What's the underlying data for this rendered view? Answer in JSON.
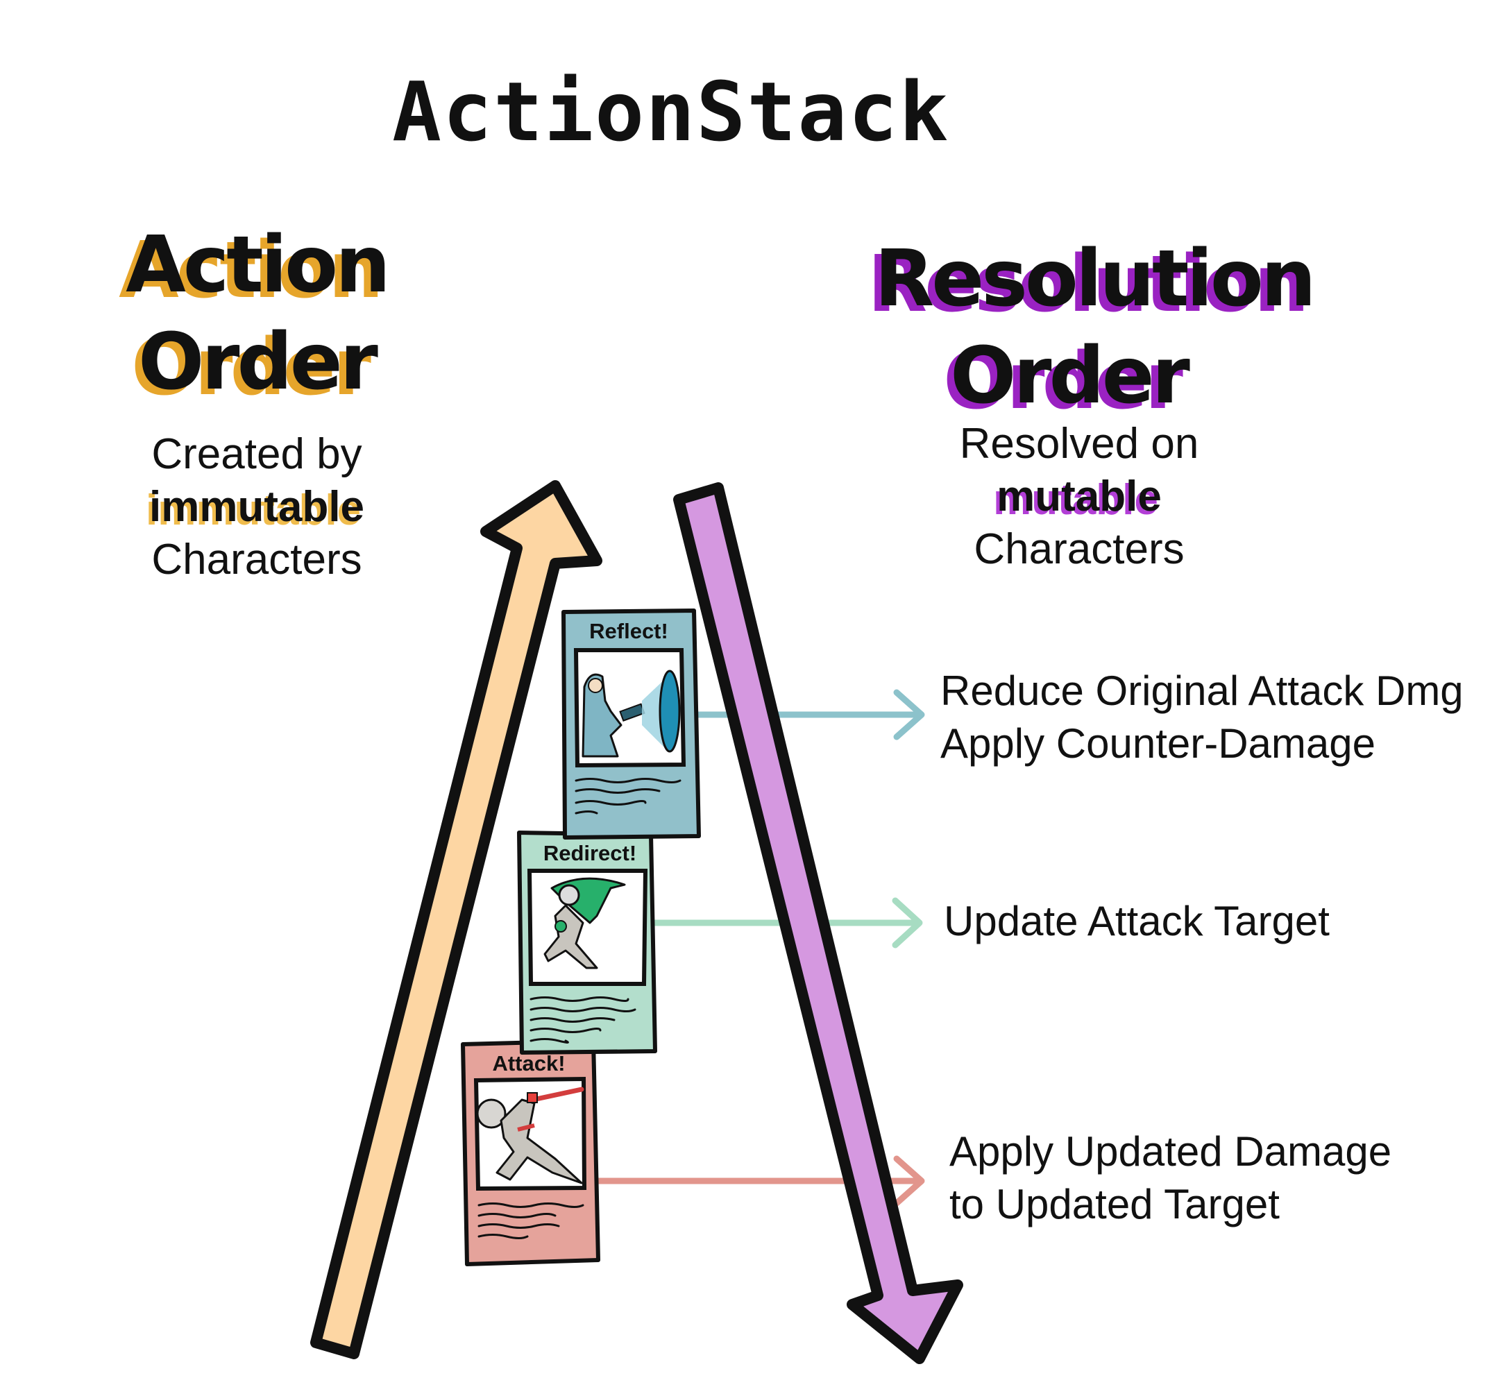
{
  "title": "ActionStack",
  "columns": {
    "action": {
      "heading": [
        "Action",
        "Order"
      ],
      "subtitle_lines": [
        "Created by",
        "immutable",
        "Characters"
      ],
      "highlight_word": "immutable",
      "accent_color": "#e6a52b",
      "arrow_color": "#fdd6a3",
      "arrow_direction": "up"
    },
    "resolution": {
      "heading": [
        "Resolution",
        "Order"
      ],
      "subtitle_lines": [
        "Resolved on",
        "mutable",
        "Characters"
      ],
      "highlight_word": "mutable",
      "accent_color": "#9a22c2",
      "arrow_color": "#d598e0",
      "arrow_direction": "down"
    }
  },
  "cards": [
    {
      "label": "Reflect!",
      "color": "#91c0ca",
      "icon": "mage-shield-icon",
      "effect_lines": [
        "Reduce Original Attack Dmg",
        "Apply Counter-Damage"
      ],
      "effect_arrow_color": "#8cc2cb"
    },
    {
      "label": "Redirect!",
      "color": "#b3decc",
      "icon": "cape-runner-icon",
      "effect_lines": [
        "Update Attack Target"
      ],
      "effect_arrow_color": "#a7dcc2"
    },
    {
      "label": "Attack!",
      "color": "#e5a39b",
      "icon": "sword-attacker-icon",
      "effect_lines": [
        "Apply Updated Damage",
        "to Updated Target"
      ],
      "effect_arrow_color": "#e2958c"
    }
  ]
}
